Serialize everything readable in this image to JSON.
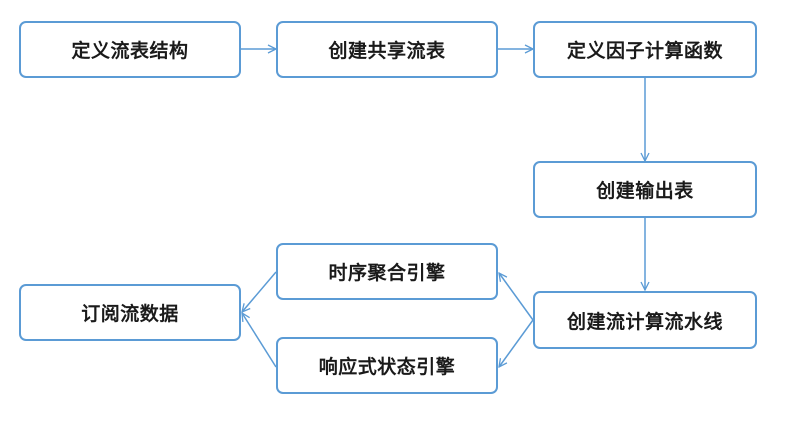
{
  "diagram": {
    "nodes": {
      "define_stream": "定义流表结构",
      "create_shared_stream": "创建共享流表",
      "define_factor_func": "定义因子计算函数",
      "create_output_table": "创建输出表",
      "create_pipeline": "创建流计算流水线",
      "time_series_engine": "时序聚合引擎",
      "reactive_state_engine": "响应式状态引擎",
      "subscribe_stream": "订阅流数据"
    },
    "edges": [
      [
        "define_stream",
        "create_shared_stream"
      ],
      [
        "create_shared_stream",
        "define_factor_func"
      ],
      [
        "define_factor_func",
        "create_output_table"
      ],
      [
        "create_output_table",
        "create_pipeline"
      ],
      [
        "create_pipeline",
        "time_series_engine"
      ],
      [
        "create_pipeline",
        "reactive_state_engine"
      ],
      [
        "time_series_engine",
        "subscribe_stream"
      ],
      [
        "reactive_state_engine",
        "subscribe_stream"
      ]
    ],
    "colors": {
      "border": "#5b9bd5",
      "arrow": "#5b9bd5",
      "text": "#1a1a1a"
    }
  }
}
